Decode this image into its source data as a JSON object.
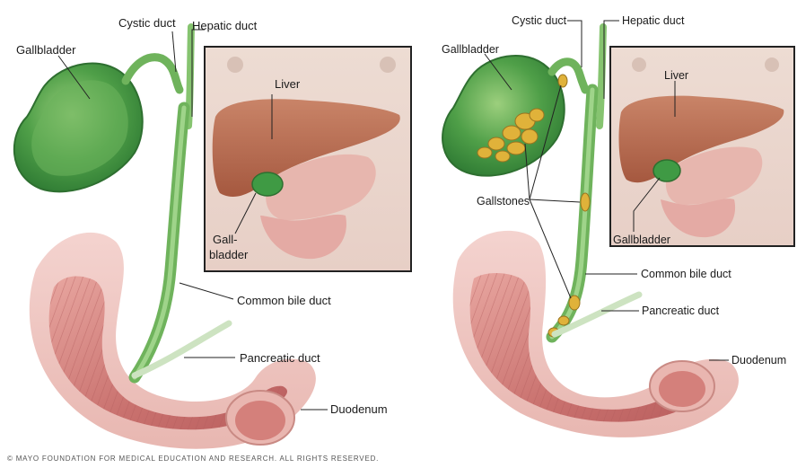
{
  "left_panel": {
    "labels": {
      "gallbladder": "Gallbladder",
      "cystic_duct": "Cystic duct",
      "hepatic_duct": "Hepatic duct",
      "liver": "Liver",
      "gall_line1": "Gall-",
      "gall_line2": "bladder",
      "common_bile_duct": "Common bile duct",
      "pancreatic_duct": "Pancreatic duct",
      "duodenum": "Duodenum"
    }
  },
  "right_panel": {
    "labels": {
      "gallbladder": "Gallbladder",
      "cystic_duct": "Cystic duct",
      "hepatic_duct": "Hepatic duct",
      "liver": "Liver",
      "inset_gallbladder": "Gallbladder",
      "gallstones": "Gallstones",
      "common_bile_duct": "Common bile duct",
      "pancreatic_duct": "Pancreatic duct",
      "duodenum": "Duodenum"
    }
  },
  "copyright": "© MAYO FOUNDATION FOR MEDICAL EDUCATION AND RESEARCH. ALL RIGHTS RESERVED.",
  "colors": {
    "gallbladder_green": "#3f9a44",
    "bile_duct_green": "#7fbf6a",
    "intestine_pink": "#d98a86",
    "liver_brown": "#b86a52",
    "gallstone_yellow": "#e0b23a",
    "inset_border": "#222222"
  }
}
